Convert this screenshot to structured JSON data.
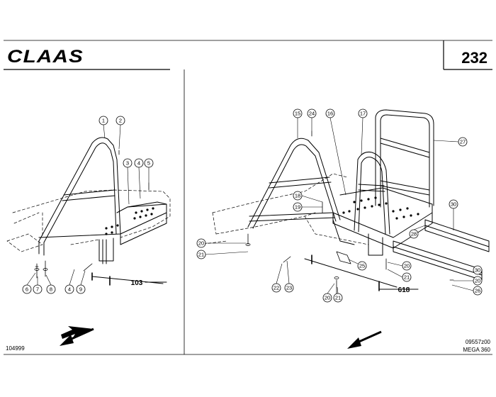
{
  "header": {
    "brand": "CLAAS",
    "page_number": "232"
  },
  "left_panel": {
    "callouts": [
      {
        "id": "c1",
        "label": "1"
      },
      {
        "id": "c2",
        "label": "2"
      },
      {
        "id": "c3",
        "label": "3"
      },
      {
        "id": "c4a",
        "label": "4"
      },
      {
        "id": "c5",
        "label": "5"
      },
      {
        "id": "c6",
        "label": "6"
      },
      {
        "id": "c7",
        "label": "7"
      },
      {
        "id": "c8",
        "label": "8"
      },
      {
        "id": "c4b",
        "label": "4"
      },
      {
        "id": "c9",
        "label": "9"
      }
    ],
    "reference": "103",
    "drawing_number": "104999"
  },
  "right_panel": {
    "callouts": [
      {
        "id": "c15",
        "label": "15"
      },
      {
        "id": "c24",
        "label": "24"
      },
      {
        "id": "c16",
        "label": "16"
      },
      {
        "id": "c17",
        "label": "17"
      },
      {
        "id": "c27",
        "label": "27"
      },
      {
        "id": "c18",
        "label": "18"
      },
      {
        "id": "c19",
        "label": "19"
      },
      {
        "id": "c30a",
        "label": "30"
      },
      {
        "id": "c20a",
        "label": "20"
      },
      {
        "id": "c21a",
        "label": "21"
      },
      {
        "id": "c28",
        "label": "28"
      },
      {
        "id": "c25",
        "label": "25"
      },
      {
        "id": "c20b",
        "label": "20"
      },
      {
        "id": "c21b",
        "label": "21"
      },
      {
        "id": "c30b",
        "label": "30"
      },
      {
        "id": "c20c",
        "label": "20"
      },
      {
        "id": "c26",
        "label": "26"
      },
      {
        "id": "c22",
        "label": "22"
      },
      {
        "id": "c23",
        "label": "23"
      },
      {
        "id": "c20d",
        "label": "20"
      },
      {
        "id": "c21c",
        "label": "21"
      }
    ],
    "reference": "618",
    "drawing_code": "09557z00",
    "model": "MEGA 360"
  }
}
